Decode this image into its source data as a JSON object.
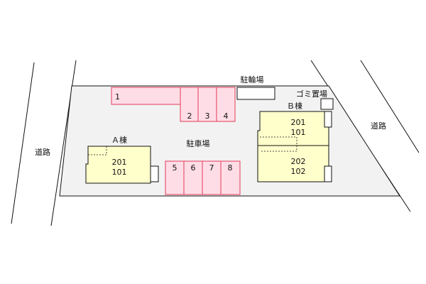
{
  "roads": {
    "left": "道路",
    "right": "道路"
  },
  "site": {
    "bike_parking": "駐輪場",
    "garbage": "ゴミ置場",
    "parking": "駐車場"
  },
  "building_a": {
    "name": "Ａ棟",
    "units": [
      "201",
      "101"
    ]
  },
  "building_b": {
    "name": "Ｂ棟",
    "units_upper": [
      "201",
      "101"
    ],
    "units_lower": [
      "202",
      "102"
    ]
  },
  "parking_spaces": {
    "top": [
      "1",
      "2",
      "3",
      "4"
    ],
    "bottom": [
      "5",
      "6",
      "7",
      "8"
    ]
  },
  "colors": {
    "lot_fill": "#f2f2f2",
    "parking_fill": "#ffdde6",
    "parking_stroke": "#e23a5a",
    "building_fill": "#ffffcc"
  }
}
